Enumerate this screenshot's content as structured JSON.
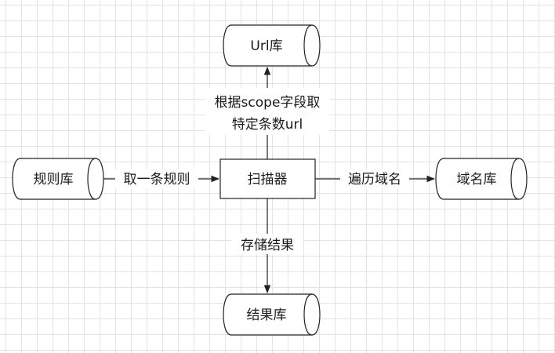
{
  "nodes": {
    "url_db": "Url库",
    "rules_db": "规则库",
    "scanner": "扫描器",
    "domain_db": "域名库",
    "results_db": "结果库"
  },
  "edges": {
    "to_url_line1": "根据scope字段取",
    "to_url_line2": "特定条数url",
    "from_rules": "取一条规则",
    "to_domain": "遍历域名",
    "to_results": "存储结果"
  }
}
